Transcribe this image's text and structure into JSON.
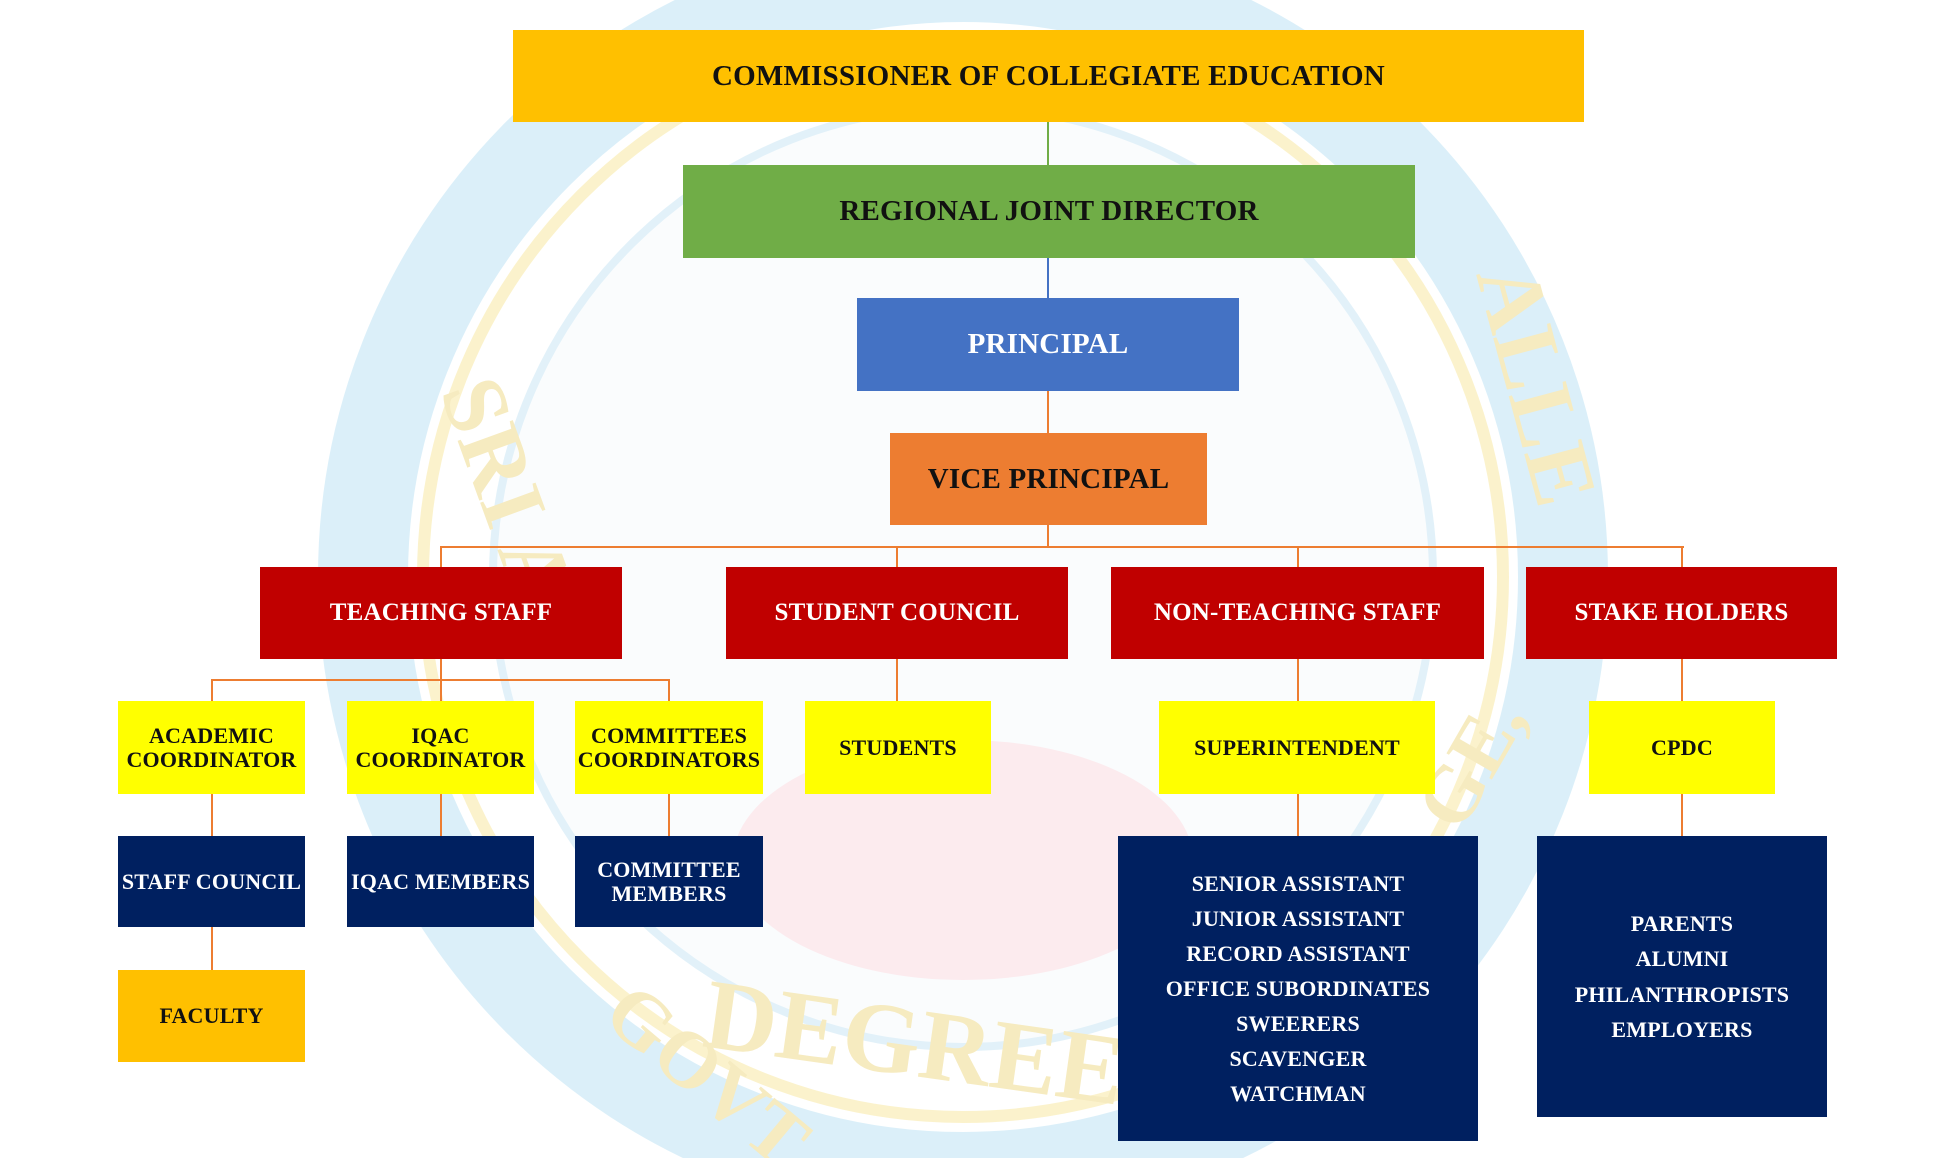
{
  "watermark": {
    "fragments": [
      "SRI A.",
      "GOVT.",
      "DEGREE",
      "ALLE",
      "GE,"
    ]
  },
  "colors": {
    "gold": "#ffc000",
    "green": "#70ad47",
    "blue": "#4472c4",
    "orange": "#ed7d31",
    "red": "#c00000",
    "yellow": "#ffff00",
    "navy": "#002060",
    "connector": "#ed7d31"
  },
  "levels": {
    "commissioner": "COMMISSIONER OF COLLEGIATE EDUCATION",
    "regional": "REGIONAL JOINT DIRECTOR",
    "principal": "PRINCIPAL",
    "vice_principal": "VICE PRINCIPAL"
  },
  "branches": {
    "teaching": {
      "label": "TEACHING STAFF",
      "coordinators": [
        {
          "line1": "ACADEMIC",
          "line2": "COORDINATOR",
          "members": "STAFF COUNCIL"
        },
        {
          "line1": "IQAC",
          "line2": "COORDINATOR",
          "members": "IQAC MEMBERS"
        },
        {
          "line1": "COMMITTEES",
          "line2": "COORDINATORS",
          "members_line1": "COMMITTEE",
          "members_line2": "MEMBERS"
        }
      ],
      "faculty": "FACULTY"
    },
    "student": {
      "label": "STUDENT COUNCIL",
      "child": "STUDENTS"
    },
    "non_teaching": {
      "label": "NON-TEACHING STAFF",
      "child": "SUPERINTENDENT",
      "members": [
        "SENIOR ASSISTANT",
        "JUNIOR ASSISTANT",
        "RECORD ASSISTANT",
        "OFFICE SUBORDINATES",
        "SWEERERS",
        "SCAVENGER",
        "WATCHMAN"
      ]
    },
    "stake": {
      "label": "STAKE HOLDERS",
      "child": "CPDC",
      "members": [
        "PARENTS",
        "ALUMNI",
        "PHILANTHROPISTS",
        "EMPLOYERS"
      ]
    }
  }
}
